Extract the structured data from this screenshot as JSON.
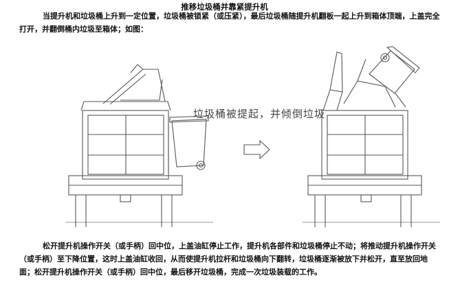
{
  "document": {
    "title": "推移垃圾桶并靠紧提升机",
    "paragraph1": "当提升机和垃圾桶上升到一定位置，垃圾桶被锁紧（或压紧），最后垃圾桶随提升机翻板一起上升到箱体顶端，上盖完全打开，并翻倒桶内垃圾至箱体；如图：",
    "figure_caption": "垃圾桶被提起，并倾倒垃圾",
    "paragraph2": "松开提升机操作开关（或手柄）回中位，上盖油缸停止工作，提升机各部件和垃圾桶停止不动；将推动提升机操作开关（或手柄）至下降位置，这时上盖油缸收回，从而使提升机拉杆和垃圾桶向下翻转，垃圾桶逐渐被放下并松开，直至放回地面；松开提升机操作开关（或手柄）回中位，最后移开垃圾桶，完成一次垃圾装载的工作。"
  }
}
